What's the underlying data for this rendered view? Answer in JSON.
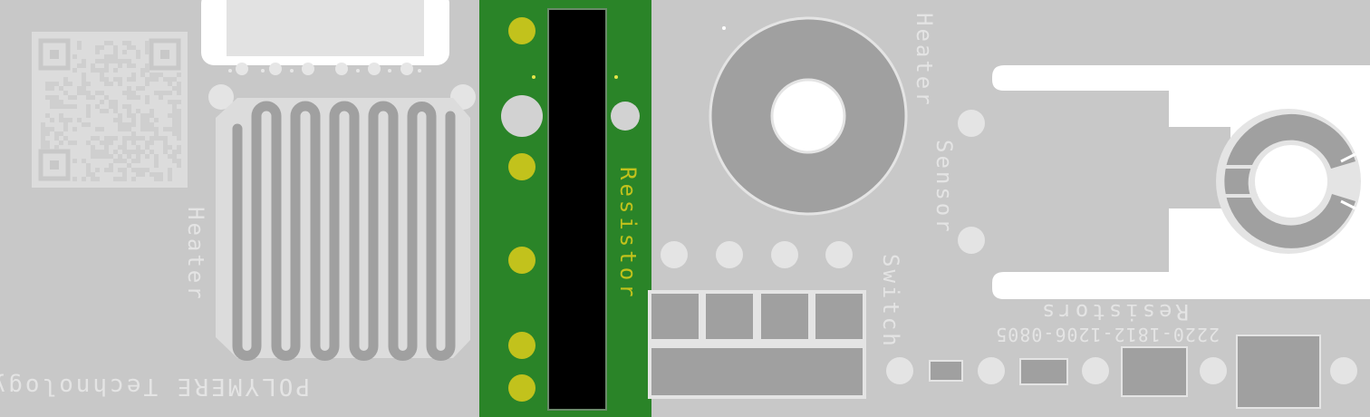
{
  "colors": {
    "board": "#c8c8c8",
    "panel_light": "#dcdcdc",
    "pad_grey": "#a0a0a0",
    "cutout": "#ffffff",
    "green_pcb": "#2a8428",
    "gold_pad": "#c2c21c",
    "black_resistor": "#000000",
    "silkscreen_light": "#e4e4e4",
    "silkscreen_yellow": "#c2c21c"
  },
  "labels": {
    "heater_left": "Heater",
    "resistor": "Resistor",
    "heater_right": "Heater",
    "sensor": "Sensor",
    "switch": "Switch",
    "resistors": "Resistors",
    "sizes": "2220-1812-1206-0805",
    "brand": "POLYMERE Technology"
  },
  "sections": {
    "qr_code": "qr-code",
    "heater_element": "serpentine-heater",
    "green_board": "resistor-board",
    "ring_heater": "ring-heater",
    "sensor_strip": "sensor-ring",
    "switch_pads": "switch-pads",
    "smd_pads": "smd-resistor-footprints"
  }
}
